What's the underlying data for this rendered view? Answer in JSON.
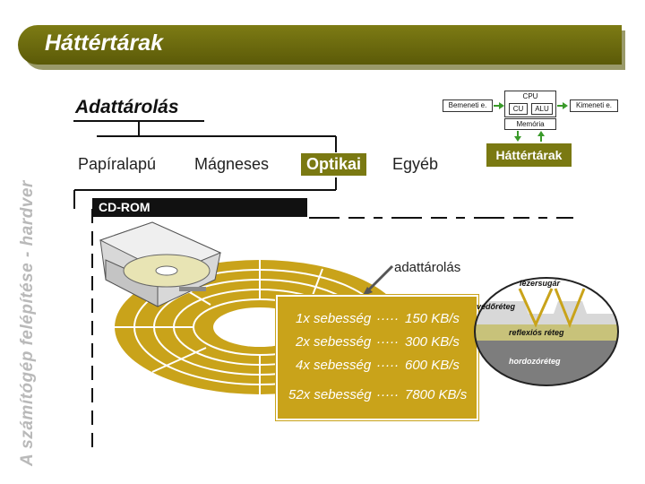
{
  "header": {
    "title": "Háttértárak"
  },
  "side_text": "A számítógép felépítése - hardver",
  "section": {
    "heading": "Adattárolás"
  },
  "categories": [
    {
      "label": "Papíralapú",
      "active": false
    },
    {
      "label": "Mágneses",
      "active": false
    },
    {
      "label": "Optikai",
      "active": true
    },
    {
      "label": "Egyéb",
      "active": false
    }
  ],
  "cpu_diagram": {
    "input_label": "Bemeneti e.",
    "cpu_label": "CPU",
    "cu_label": "CU",
    "alu_label": "ALU",
    "output_label": "Kimeneti e.",
    "memory_label": "Memória",
    "storage_label": "Háttértárak"
  },
  "cdrom": {
    "title": "CD-ROM",
    "storage_label": "adattárolás"
  },
  "speeds": [
    {
      "speed": "1x sebesség",
      "dots": "·····",
      "rate": "150 KB/s"
    },
    {
      "speed": "2x sebesség",
      "dots": "·····",
      "rate": "300 KB/s"
    },
    {
      "speed": "4x sebesség",
      "dots": "·····",
      "rate": "600 KB/s"
    },
    {
      "speed": "52x sebesség",
      "dots": "·····",
      "rate": "7800 KB/s"
    }
  ],
  "layers": {
    "laser": "lézersugár",
    "protective": "védőréteg",
    "reflective": "reflexiós réteg",
    "carrier": "hordozóréteg"
  },
  "colors": {
    "banner": "#6b6a0e",
    "accent": "#7a7912",
    "disc": "#c9a31a"
  }
}
